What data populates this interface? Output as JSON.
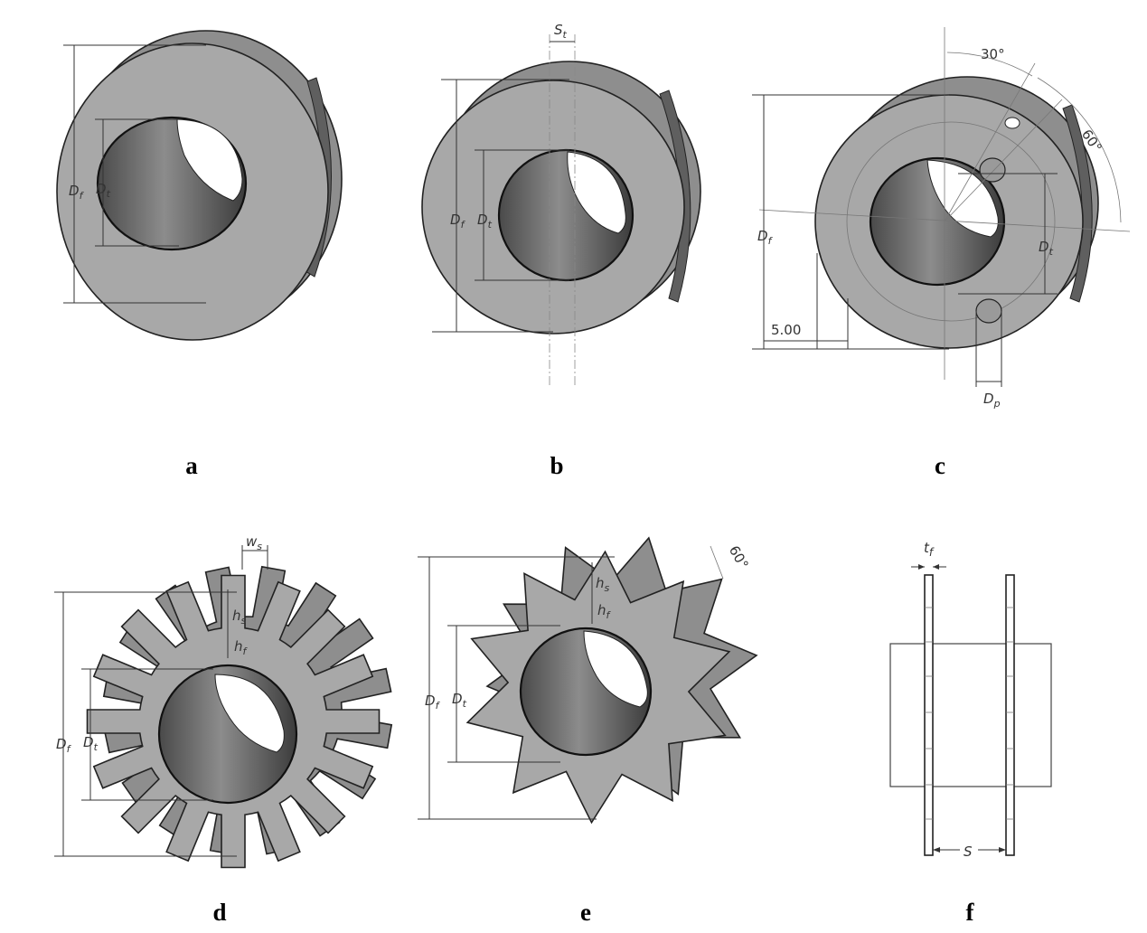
{
  "panels": [
    {
      "caption": "a",
      "labels": {
        "outer_diameter": "D",
        "outer_diameter_sub": "f",
        "tube_diameter": "D",
        "tube_diameter_sub": "t"
      }
    },
    {
      "caption": "b",
      "labels": {
        "spacing": "S",
        "spacing_sub": "t",
        "outer_diameter": "D",
        "outer_diameter_sub": "f",
        "tube_diameter": "D",
        "tube_diameter_sub": "t"
      }
    },
    {
      "caption": "c",
      "labels": {
        "angle_1": "30°",
        "angle_2": "60°",
        "outer_diameter": "D",
        "outer_diameter_sub": "f",
        "tube_diameter": "D",
        "tube_diameter_sub": "t",
        "offset": "5.00",
        "pin_diameter": "D",
        "pin_diameter_sub": "p"
      }
    },
    {
      "caption": "d",
      "labels": {
        "tooth_width": "w",
        "tooth_width_sub": "s",
        "tooth_height": "h",
        "tooth_height_sub": "s",
        "fin_height": "h",
        "fin_height_sub": "f",
        "outer_diameter": "D",
        "outer_diameter_sub": "f",
        "tube_diameter": "D",
        "tube_diameter_sub": "t"
      }
    },
    {
      "caption": "e",
      "labels": {
        "angle": "60°",
        "star_height": "h",
        "star_height_sub": "s",
        "fin_height": "h",
        "fin_height_sub": "f",
        "outer_diameter": "D",
        "outer_diameter_sub": "f",
        "tube_diameter": "D",
        "tube_diameter_sub": "t"
      }
    },
    {
      "caption": "f",
      "labels": {
        "fin_thickness": "t",
        "fin_thickness_sub": "f",
        "fin_spacing": "S"
      }
    }
  ]
}
